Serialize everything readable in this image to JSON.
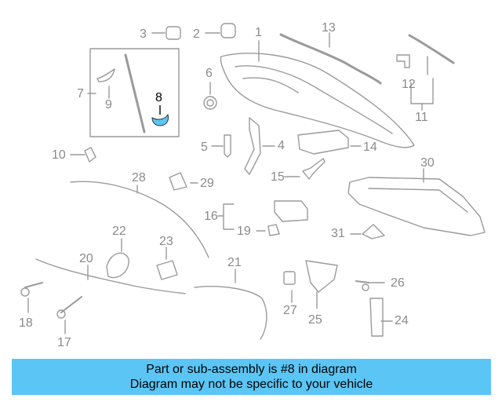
{
  "labels": [
    "1",
    "2",
    "3",
    "4",
    "5",
    "6",
    "7",
    "8",
    "9",
    "10",
    "11",
    "12",
    "13",
    "14",
    "15",
    "16",
    "17",
    "18",
    "19",
    "20",
    "21",
    "22",
    "23",
    "24",
    "25",
    "26",
    "27",
    "28",
    "29",
    "30",
    "31"
  ],
  "highlight_label": "8",
  "banner": {
    "line1": "Part or sub-assembly is #8 in diagram",
    "line2": "Diagram may not be specific to your vehicle"
  },
  "colors": {
    "highlight": "#5bc6f5",
    "line": "#9a9a9a",
    "label": "#8a8a8a",
    "banner": "#5bc6f5"
  }
}
